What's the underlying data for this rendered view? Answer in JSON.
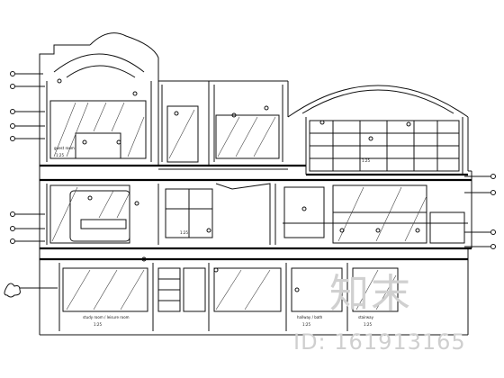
{
  "drawing": {
    "room_labels": [
      "guest room",
      "study room / leisure room",
      "hallway / bath",
      "stairway"
    ],
    "scale_labels": [
      "1:25",
      "1:25",
      "1:25",
      "1:25",
      "1:25",
      "1:25"
    ]
  },
  "watermark": {
    "logo_text": "知末",
    "id_text": "ID: 161913165"
  }
}
